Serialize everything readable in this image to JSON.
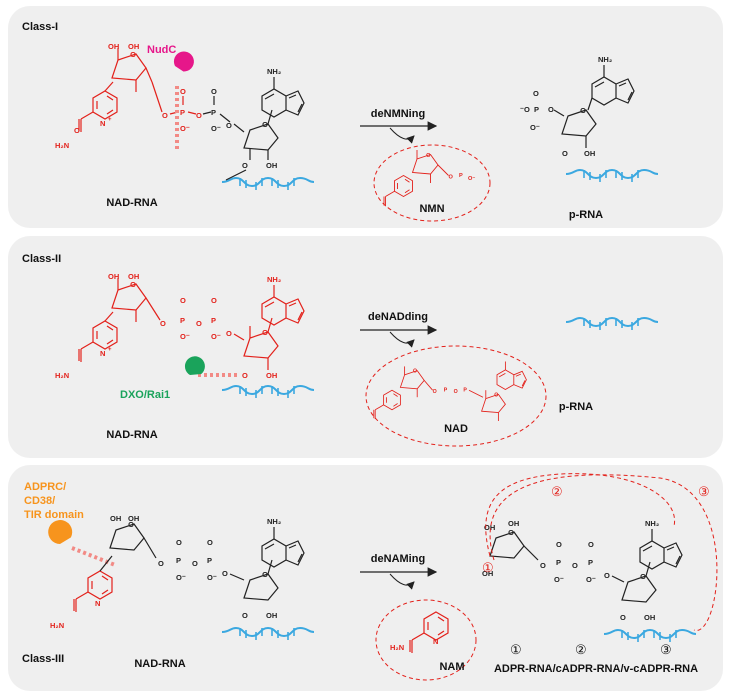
{
  "panels": {
    "class1": {
      "label": "Class-I",
      "enzyme": "NudC",
      "reaction": "deNMNing",
      "substrate": "NAD-RNA",
      "byproduct": "NMN",
      "product": "p-RNA"
    },
    "class2": {
      "label": "Class-II",
      "enzyme": "DXO/Rai1",
      "reaction": "deNADding",
      "substrate": "NAD-RNA",
      "byproduct": "NAD",
      "product": "p-RNA"
    },
    "class3": {
      "label": "Class-III",
      "enzyme_lines": [
        "ADPRC/",
        "CD38/",
        "TIR domain"
      ],
      "reaction": "deNAMing",
      "substrate": "NAD-RNA",
      "byproduct": "NAM",
      "circled": [
        "①",
        "②",
        "③"
      ],
      "product_label": "ADPR-RNA/cADPR-RNA/v-cADPR-RNA"
    }
  },
  "atoms": {
    "OH": "OH",
    "O": "O",
    "P": "P",
    "N": "N",
    "NH2": "NH₂",
    "H2N": "H₂N",
    "Om": "O⁻",
    "mO": "⁻O",
    "plus": "+"
  },
  "colors": {
    "panel_bg": "#efefef",
    "nad_red": "#e3211b",
    "nudc_magenta": "#e6178a",
    "dxo_green": "#1aa35b",
    "adprc_orange": "#f7941d",
    "rna_blue": "#3ba8e0",
    "text": "#111111"
  }
}
